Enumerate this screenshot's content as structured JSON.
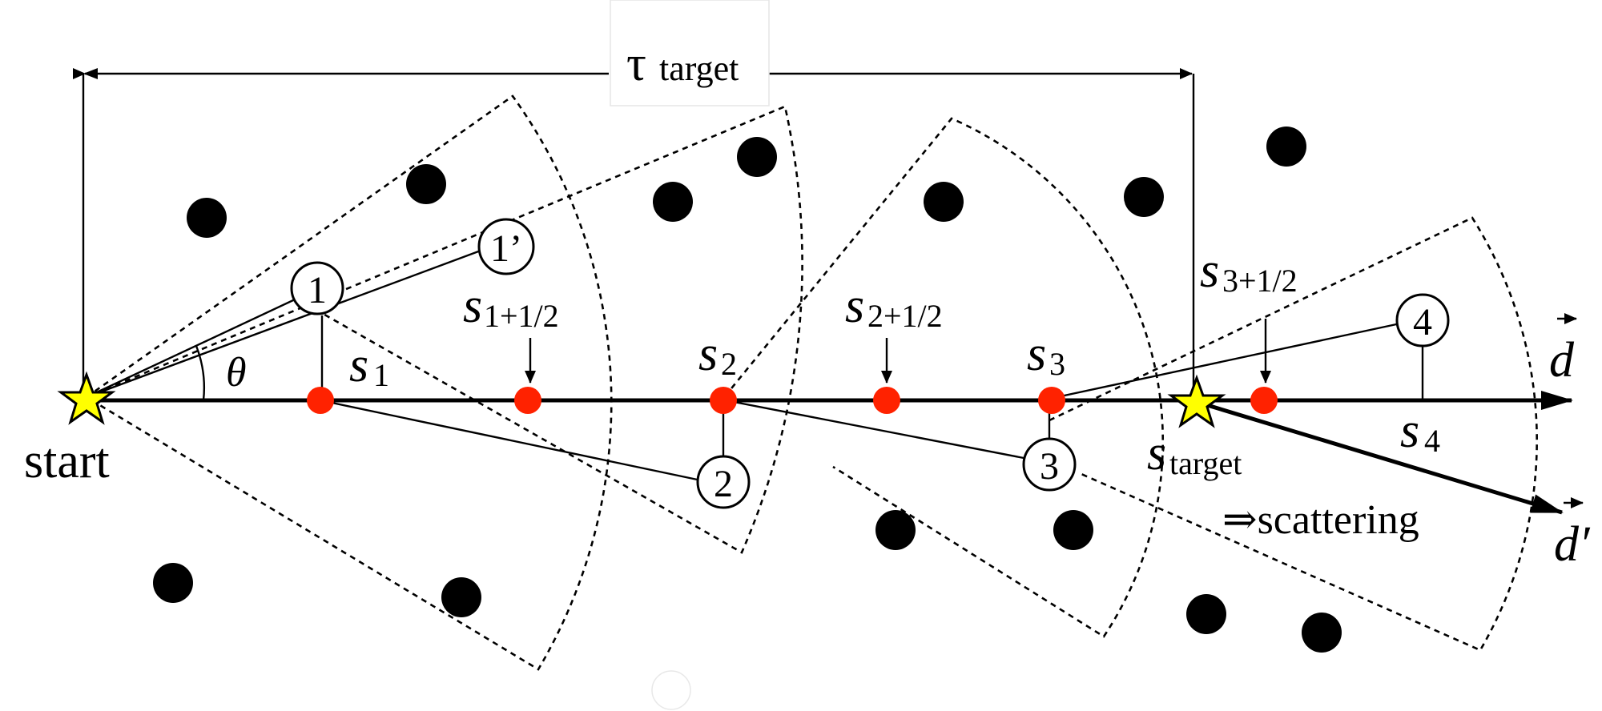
{
  "labels": {
    "tau": "τ",
    "tau_sub": "target",
    "start": "start",
    "theta": "θ",
    "s": "s",
    "s1_sub": "1",
    "s2_sub": "2",
    "s3_sub": "3",
    "s4_sub": "4",
    "s15_sub": "1+1/2",
    "s25_sub": "2+1/2",
    "s35_sub": "3+1/2",
    "target_sub": "target",
    "d": "d",
    "dprime": "d′",
    "scattering": "⇒scattering",
    "n1": "1",
    "n1p": "1’",
    "n2": "2",
    "n3": "3",
    "n4": "4"
  },
  "colors": {
    "sample_point": "#ff2200",
    "star": "#ffff00",
    "photon_dot": "#000000"
  }
}
